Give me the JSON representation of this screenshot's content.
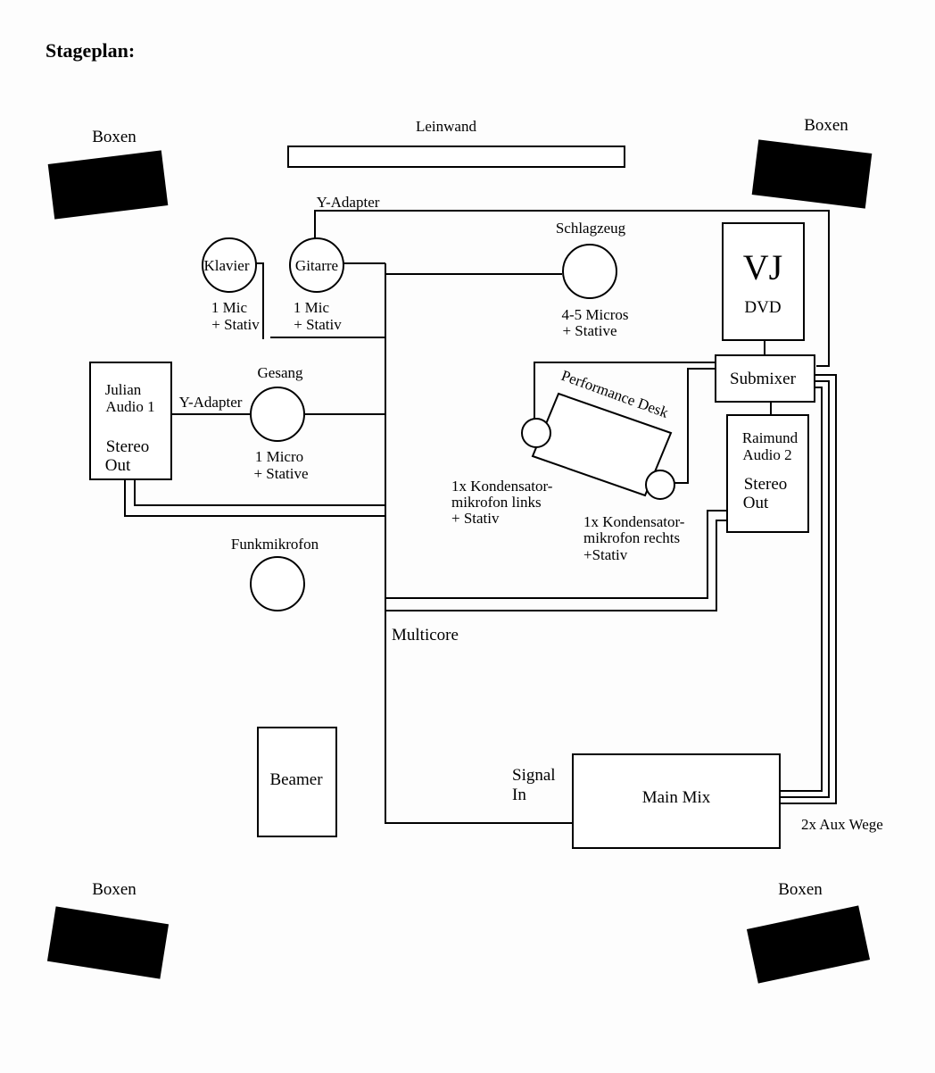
{
  "title": "Stageplan:",
  "speakers": {
    "top_left": "Boxen",
    "top_right": "Boxen",
    "bottom_left": "Boxen",
    "bottom_right": "Boxen"
  },
  "leinwand": "Leinwand",
  "y_adapter_top": "Y-Adapter",
  "klavier": {
    "name": "Klavier",
    "mic_line1": "1 Mic",
    "mic_line2": "+ Stativ"
  },
  "gitarre": {
    "name": "Gitarre",
    "mic_line1": "1 Mic",
    "mic_line2": "+ Stativ"
  },
  "schlagzeug": {
    "name": "Schlagzeug",
    "mic_line1": "4-5 Micros",
    "mic_line2": "+ Stative"
  },
  "vj": {
    "big": "VJ",
    "small": "DVD"
  },
  "submixer": "Submixer",
  "julian": {
    "line1": "Julian",
    "line2": "Audio 1",
    "line3": "Stereo",
    "line4": "Out"
  },
  "y_adapter_left": "Y-Adapter",
  "gesang": {
    "name": "Gesang",
    "mic_line1": "1 Micro",
    "mic_line2": "+ Stative"
  },
  "performance_desk": "Performance Desk",
  "kondensator_links": {
    "line1": "1x Kondensator-",
    "line2": "mikrofon links",
    "line3": "+ Stativ"
  },
  "kondensator_rechts": {
    "line1": "1x Kondensator-",
    "line2": "mikrofon rechts",
    "line3": "+Stativ"
  },
  "raimund": {
    "line1": "Raimund",
    "line2": "Audio 2",
    "line3": "Stereo",
    "line4": "Out"
  },
  "funkmikrofon": "Funkmikrofon",
  "multicore": "Multicore",
  "beamer": "Beamer",
  "signal_in": {
    "line1": "Signal",
    "line2": "In"
  },
  "main_mix": "Main Mix",
  "aux": "2x Aux Wege"
}
